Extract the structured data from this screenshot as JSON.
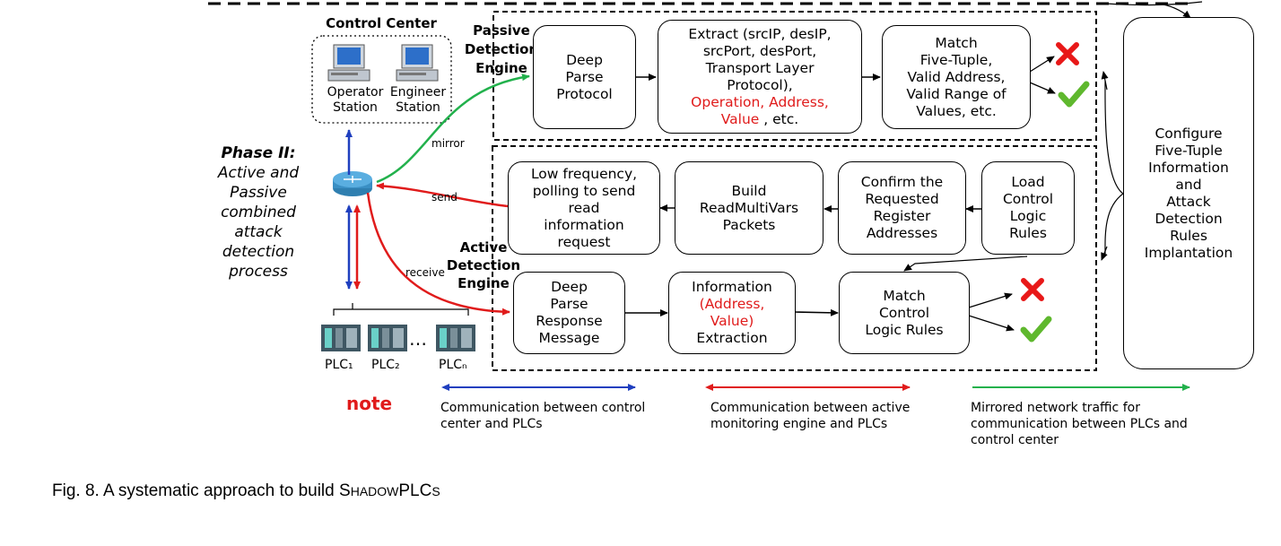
{
  "control_center": {
    "title": "Control Center",
    "operator": [
      "Operator",
      "Station"
    ],
    "engineer": [
      "Engineer",
      "Station"
    ]
  },
  "phase": {
    "title": "Phase II:",
    "lines": [
      "Active and",
      "Passive",
      "combined",
      "attack",
      "detection",
      "process"
    ]
  },
  "passive_engine": {
    "label": [
      "Passive",
      "Detection",
      "Engine"
    ],
    "deep_parse": [
      "Deep",
      "Parse",
      "Protocol"
    ],
    "extract": [
      "Extract (srcIP, desIP,",
      "srcPort, desPort,",
      "Transport Layer",
      "Protocol),"
    ],
    "extract_red": "Operation, Address,",
    "extract_red2": "Value",
    "extract_tail": " , etc.",
    "match": [
      "Match",
      "Five-Tuple,",
      "Valid Address,",
      "Valid Range of",
      "Values, etc."
    ]
  },
  "active_engine": {
    "label": [
      "Active",
      "Detection",
      "Engine"
    ],
    "low_freq": [
      "Low frequency,",
      "polling to send",
      "read",
      "information",
      "request"
    ],
    "build": [
      "Build",
      "ReadMultiVars",
      "Packets"
    ],
    "confirm": [
      "Confirm the",
      "Requested",
      "Register",
      "Addresses"
    ],
    "load": [
      "Load",
      "Control",
      "Logic",
      "Rules"
    ],
    "deep_parse": [
      "Deep",
      "Parse",
      "Response",
      "Message"
    ],
    "info_top": "Information",
    "info_red": [
      "(Address,",
      "Value)"
    ],
    "info_bottom": "Extraction",
    "match": [
      "Match",
      "Control",
      "Logic Rules"
    ]
  },
  "configure": [
    "Configure",
    "Five-Tuple",
    "Information",
    "and",
    "Attack",
    "Detection",
    "Rules",
    "Implantation"
  ],
  "edge_labels": {
    "mirror": "mirror",
    "send": "send",
    "receive": "receive"
  },
  "plcs": {
    "plc1": "PLC₁",
    "plc2": "PLC₂",
    "dots": "…",
    "plcn": "PLCₙ"
  },
  "note": "note",
  "legend": [
    {
      "color": "#1f3fbf",
      "text": [
        "Communication between control",
        "center and PLCs"
      ]
    },
    {
      "color": "#e01b1b",
      "text": [
        "Communication between active",
        "monitoring engine and PLCs"
      ]
    },
    {
      "color": "#22b14c",
      "text": [
        "Mirrored network traffic for",
        "communication between PLCs and",
        "control center"
      ]
    }
  ],
  "caption": {
    "prefix": "Fig. 8. A systematic approach to build ",
    "s": "S",
    "hadow": "HADOW",
    "plc": "PLC",
    "s2": "S"
  },
  "colors": {
    "blue": "#1f3fbf",
    "red": "#e01b1b",
    "green": "#22b14c"
  }
}
